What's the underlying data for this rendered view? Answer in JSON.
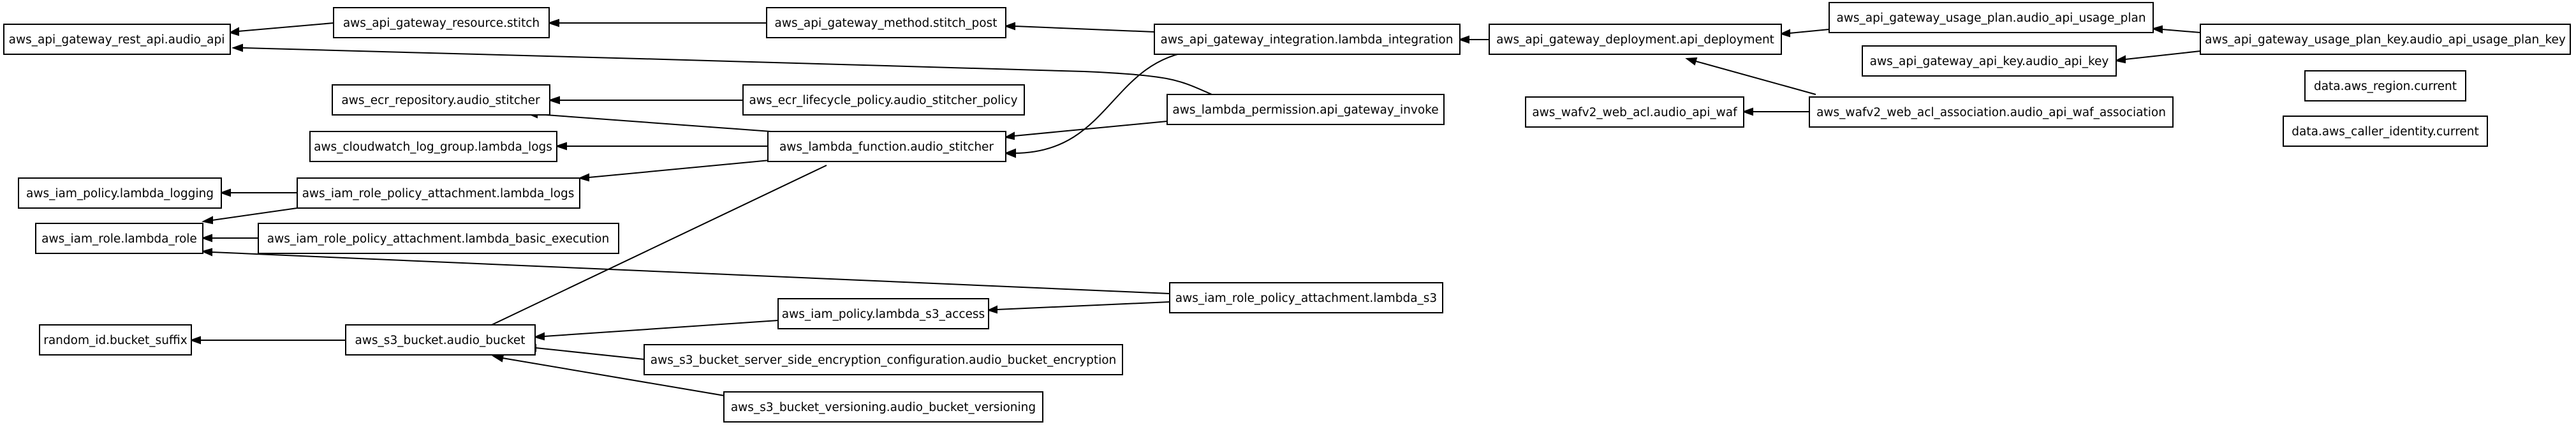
{
  "nodes": {
    "rest_api": "aws_api_gateway_rest_api.audio_api",
    "resource": "aws_api_gateway_resource.stitch",
    "method": "aws_api_gateway_method.stitch_post",
    "integration": "aws_api_gateway_integration.lambda_integration",
    "deployment": "aws_api_gateway_deployment.api_deployment",
    "usage_plan": "aws_api_gateway_usage_plan.audio_api_usage_plan",
    "usage_plan_key": "aws_api_gateway_usage_plan_key.audio_api_usage_plan_key",
    "api_key": "aws_api_gateway_api_key.audio_api_key",
    "region": "data.aws_region.current",
    "caller_identity": "data.aws_caller_identity.current",
    "ecr_repo": "aws_ecr_repository.audio_stitcher",
    "ecr_lifecycle": "aws_ecr_lifecycle_policy.audio_stitcher_policy",
    "lambda_permission": "aws_lambda_permission.api_gateway_invoke",
    "log_group": "aws_cloudwatch_log_group.lambda_logs",
    "lambda_fn": "aws_lambda_function.audio_stitcher",
    "waf_acl": "aws_wafv2_web_acl.audio_api_waf",
    "waf_assoc": "aws_wafv2_web_acl_association.audio_api_waf_association",
    "iam_policy_logging": "aws_iam_policy.lambda_logging",
    "rpa_logs": "aws_iam_role_policy_attachment.lambda_logs",
    "iam_role": "aws_iam_role.lambda_role",
    "rpa_basic": "aws_iam_role_policy_attachment.lambda_basic_execution",
    "rpa_s3": "aws_iam_role_policy_attachment.lambda_s3",
    "iam_policy_s3": "aws_iam_policy.lambda_s3_access",
    "random_id": "random_id.bucket_suffix",
    "s3_bucket": "aws_s3_bucket.audio_bucket",
    "s3_encryption": "aws_s3_bucket_server_side_encryption_configuration.audio_bucket_encryption",
    "s3_versioning": "aws_s3_bucket_versioning.audio_bucket_versioning"
  },
  "edges": [
    [
      "resource",
      "rest_api"
    ],
    [
      "method",
      "resource"
    ],
    [
      "integration",
      "method"
    ],
    [
      "integration",
      "lambda_fn"
    ],
    [
      "deployment",
      "integration"
    ],
    [
      "usage_plan",
      "deployment"
    ],
    [
      "usage_plan_key",
      "usage_plan"
    ],
    [
      "usage_plan_key",
      "api_key"
    ],
    [
      "lambda_permission",
      "rest_api"
    ],
    [
      "lambda_permission",
      "lambda_fn"
    ],
    [
      "ecr_lifecycle",
      "ecr_repo"
    ],
    [
      "lambda_fn",
      "ecr_repo"
    ],
    [
      "lambda_fn",
      "log_group"
    ],
    [
      "lambda_fn",
      "rpa_logs"
    ],
    [
      "lambda_fn",
      "s3_bucket"
    ],
    [
      "waf_assoc",
      "waf_acl"
    ],
    [
      "waf_assoc",
      "deployment"
    ],
    [
      "rpa_logs",
      "iam_policy_logging"
    ],
    [
      "rpa_logs",
      "iam_role"
    ],
    [
      "rpa_basic",
      "iam_role"
    ],
    [
      "rpa_s3",
      "iam_role"
    ],
    [
      "rpa_s3",
      "iam_policy_s3"
    ],
    [
      "iam_policy_s3",
      "s3_bucket"
    ],
    [
      "s3_bucket",
      "random_id"
    ],
    [
      "s3_encryption",
      "s3_bucket"
    ],
    [
      "s3_versioning",
      "s3_bucket"
    ]
  ]
}
